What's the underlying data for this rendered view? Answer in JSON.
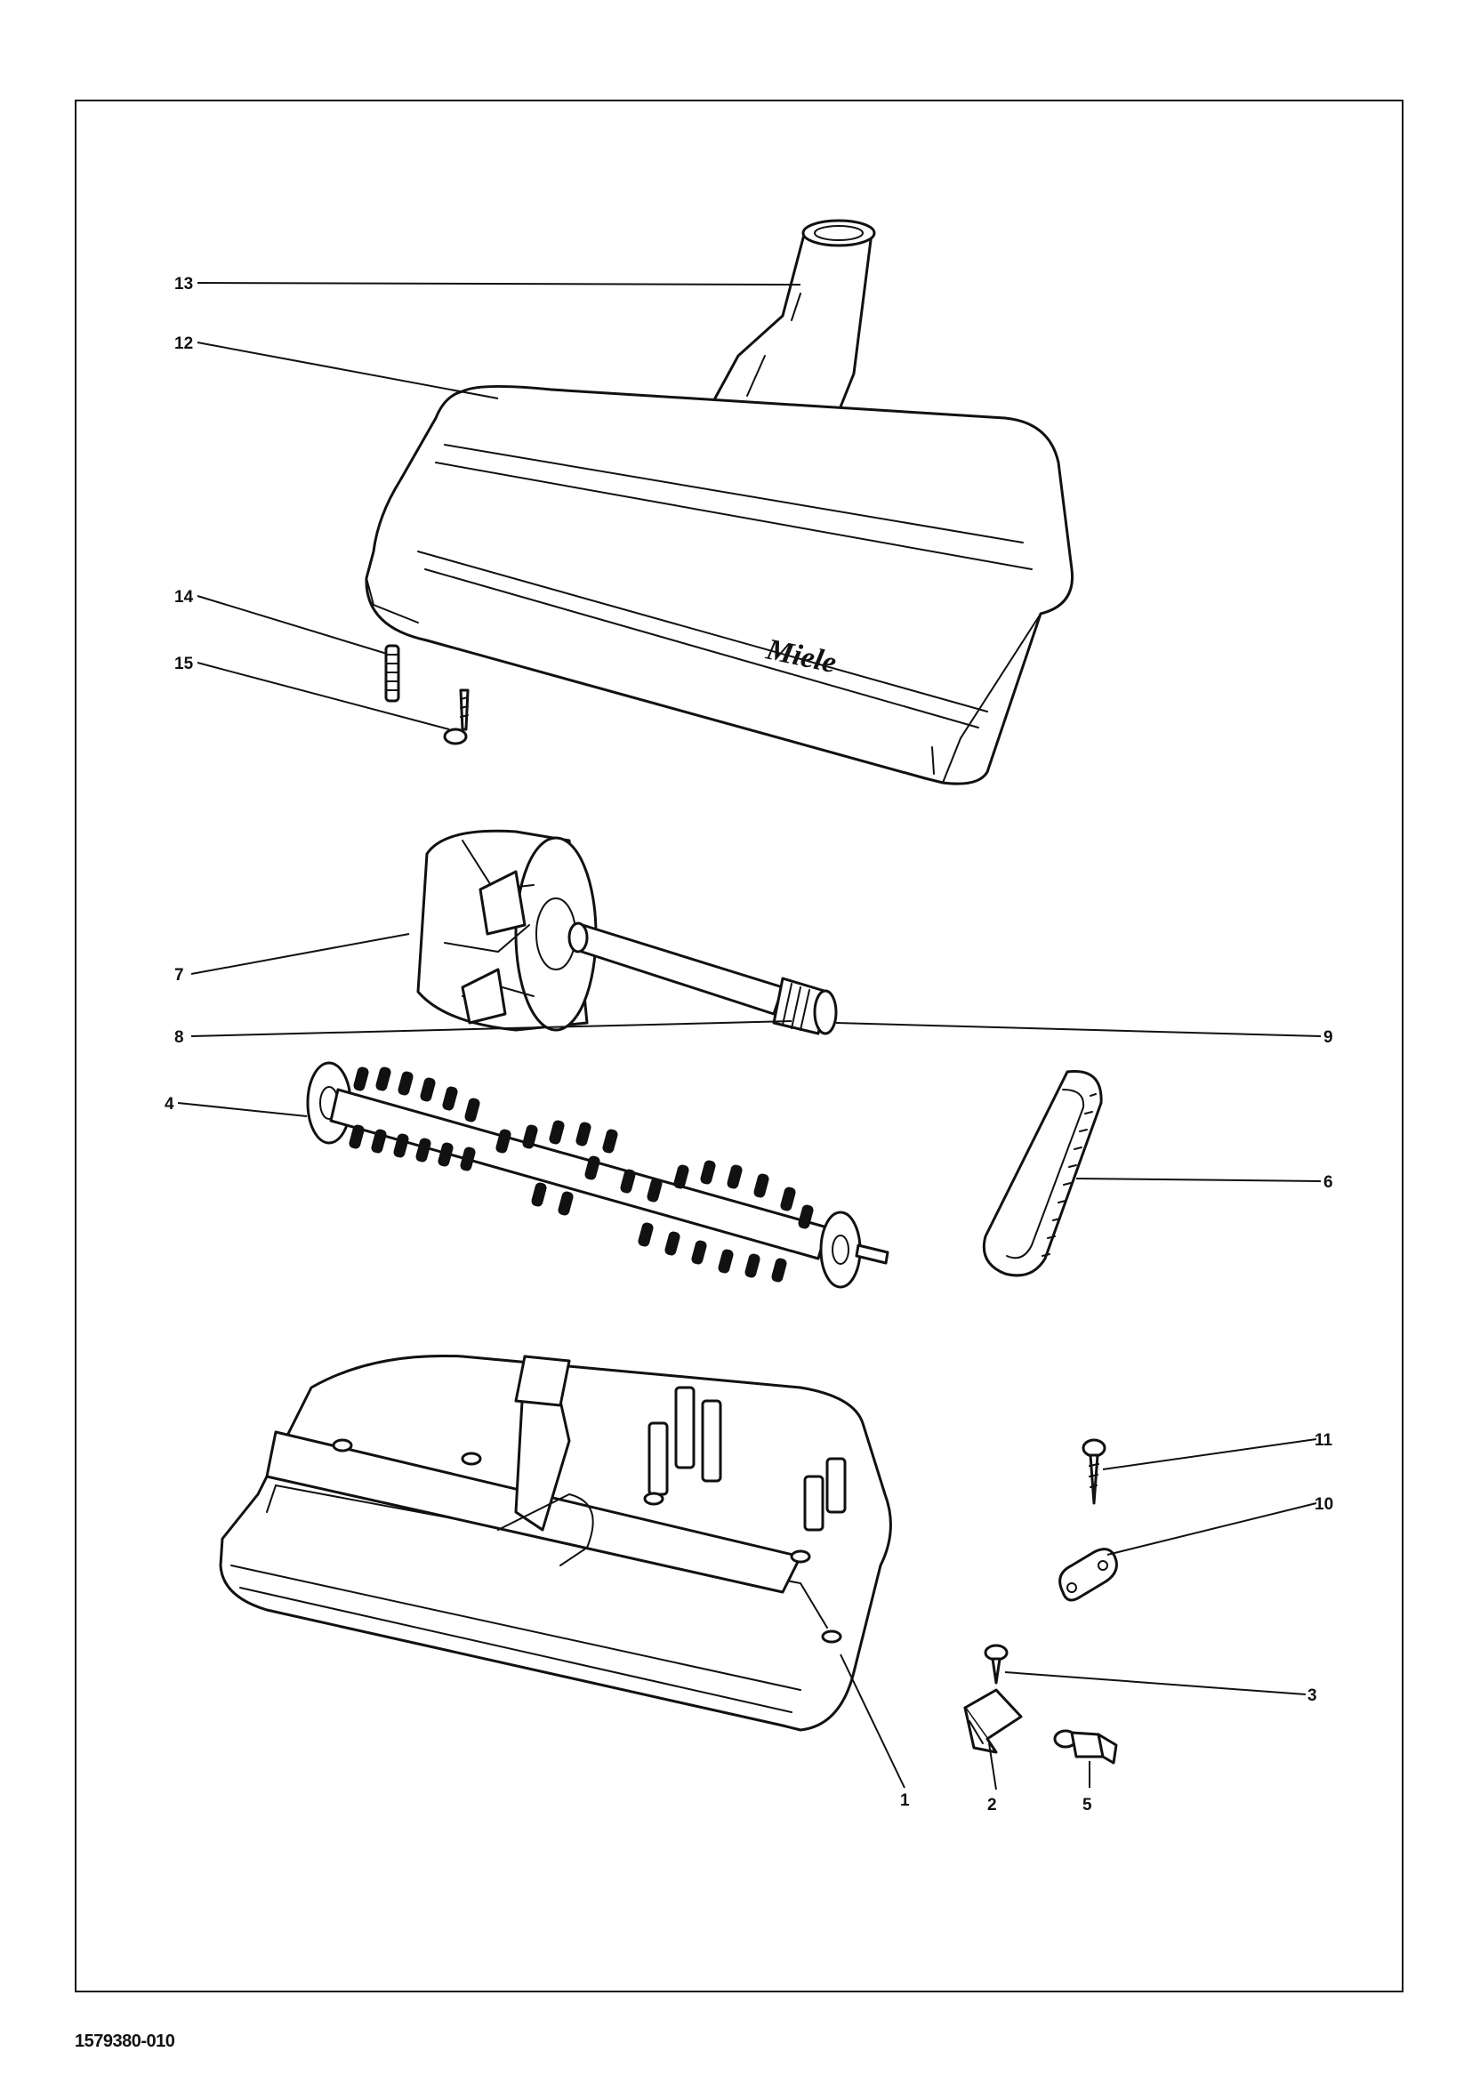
{
  "brand_label": "Miele",
  "document_number": "1579380-010",
  "callouts": [
    "1",
    "2",
    "3",
    "4",
    "5",
    "6",
    "7",
    "8",
    "9",
    "10",
    "11",
    "12",
    "13",
    "14",
    "15"
  ],
  "parts": [
    {
      "number": "13",
      "icon": "hose-connector-icon"
    },
    {
      "number": "12",
      "icon": "nozzle-housing-icon"
    },
    {
      "number": "14",
      "icon": "spring-icon"
    },
    {
      "number": "15",
      "icon": "screw-icon"
    },
    {
      "number": "7",
      "icon": "turbine-icon"
    },
    {
      "number": "8",
      "icon": "shaft-icon"
    },
    {
      "number": "9",
      "icon": "pulley-icon"
    },
    {
      "number": "4",
      "icon": "brush-roller-icon"
    },
    {
      "number": "6",
      "icon": "drive-belt-icon"
    },
    {
      "number": "11",
      "icon": "screw-icon"
    },
    {
      "number": "10",
      "icon": "bracket-icon"
    },
    {
      "number": "3",
      "icon": "screw-icon"
    },
    {
      "number": "2",
      "icon": "clip-icon"
    },
    {
      "number": "5",
      "icon": "plug-icon"
    },
    {
      "number": "1",
      "icon": "base-plate-icon"
    }
  ]
}
